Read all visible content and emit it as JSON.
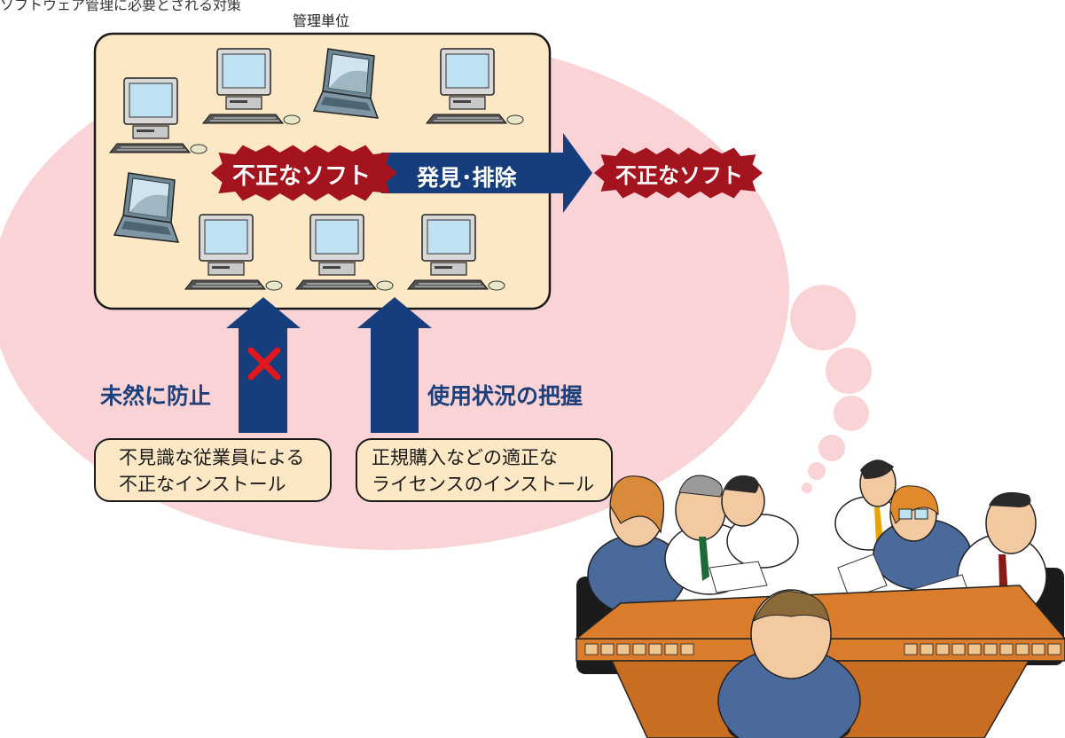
{
  "caption": "ソフトウェア管理に必要とされる対策",
  "management_unit_label": "管理単位",
  "illegal_software_left": "不正なソフト",
  "illegal_software_right": "不正なソフト",
  "discover_exclude": "発見･排除",
  "prevent_label": "未然に防止",
  "usage_label": "使用状況の把握",
  "box_left": {
    "line1": "不見識な従業員による",
    "line2": "不正なインストール"
  },
  "box_right": {
    "line1": "正規購入などの適正な",
    "line2": "ライセンスのインストール"
  },
  "icons": [
    "desktop-computer-icon",
    "laptop-computer-icon",
    "blocked-x-icon",
    "meeting-people-illustration"
  ],
  "colors": {
    "bubble": "#f9d3d6",
    "unit_fill": "#fde8c6",
    "arrow": "#173e7c",
    "burst": "#a3141e",
    "cross": "#e2161e",
    "table": "#d97c2c"
  }
}
